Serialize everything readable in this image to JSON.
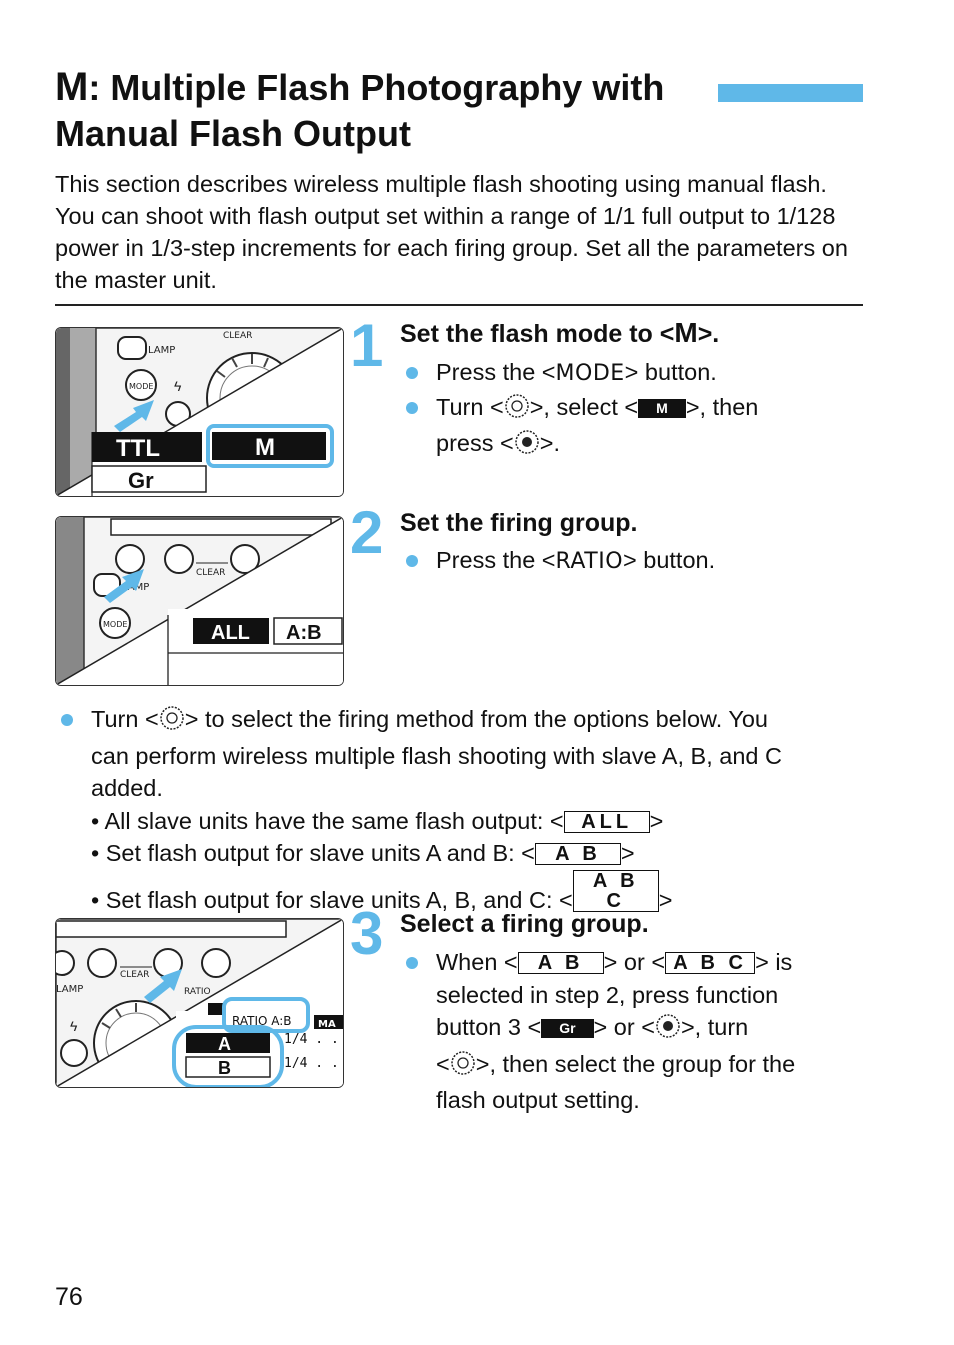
{
  "title": {
    "symbol": "M",
    "line1": ": Multiple Flash Photography with",
    "line2": "Manual Flash Output"
  },
  "intro": "This section describes wireless multiple flash shooting using manual flash. You can shoot with flash output set within a range of 1/1 full output to 1/128 power in 1/3-step increments for each firing group. Set all the parameters on the master unit.",
  "steps": [
    {
      "number": "1",
      "title_pre": "Set the flash mode to <",
      "title_sym": "M",
      "title_post": ">.",
      "b1_pre": "Press the <",
      "b1_key": "MODE",
      "b1_post": "> button.",
      "b2_pre": "Turn <",
      "b2_mid": ">, select <",
      "b2_key": "M",
      "b2_post": ">, then",
      "b2_cont_pre": "press <",
      "b2_cont_post": ">."
    },
    {
      "number": "2",
      "title": "Set the firing group.",
      "b1_pre": "Press the <",
      "b1_key": "RATIO",
      "b1_post": "> button."
    },
    {
      "number": "3",
      "title": "Select a firing group.",
      "l1_pre": "When <",
      "l1_key1": "A B",
      "l1_mid": "> or <",
      "l1_key2": "A B C",
      "l1_post": "> is",
      "l2": "selected in step 2, press function",
      "l3_pre": "button 3 <",
      "l3_key": "Gr",
      "l3_mid": "> or <",
      "l3_post": ">, turn",
      "l4_pre": "<",
      "l4_post": ">, then select the group for the",
      "l5": "flash output setting."
    }
  ],
  "firing": {
    "l1_pre": "Turn <",
    "l1_post": "> to select the firing method from the options below. You",
    "l2": "can perform wireless multiple flash shooting with slave A, B, and C",
    "l3": "added.",
    "opt1_pre": "• All slave units have the same flash output: <",
    "opt1_key": "ALL",
    "opt1_post": ">",
    "opt2_pre": "• Set flash output for slave units A and B: <",
    "opt2_key": "A B",
    "opt2_post": ">",
    "opt3_pre": "• Set flash output for slave units A, B, and C: <",
    "opt3_key": "A B C",
    "opt3_post": ">"
  },
  "illus1": {
    "lamp": "LAMP",
    "clear": "CLEAR",
    "mode": "MODE",
    "ttl": "TTL",
    "m": "M",
    "gr": "Gr"
  },
  "illus2": {
    "lamp": "LAMP",
    "clear": "CLEAR",
    "mode": "MODE",
    "all": "ALL",
    "ab": "A:B"
  },
  "illus3": {
    "lamp": "LAMP",
    "clear": "CLEAR",
    "ratio": "RATIO",
    "ratioab": "RATIO A:B",
    "ma": "MA",
    "a": "A",
    "b": "B",
    "v1": "1/4 . .",
    "v2": "1/4 . ."
  },
  "page_number": "76",
  "colors": {
    "accent": "#5fb8e8"
  }
}
